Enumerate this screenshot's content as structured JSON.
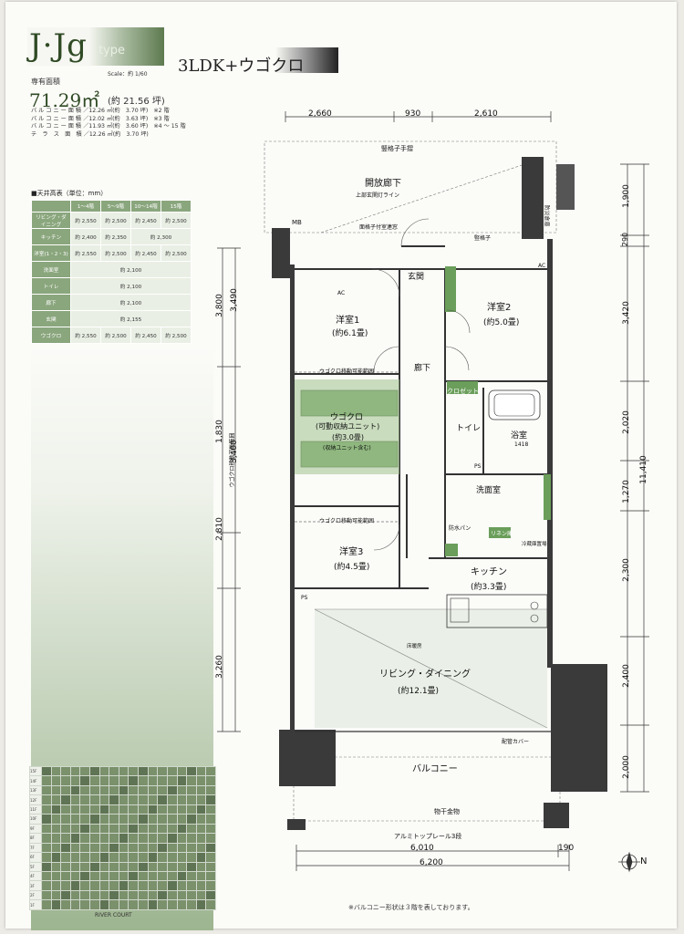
{
  "header": {
    "type_code": "J·Jg",
    "type_word": "type",
    "scale": "Scale：約 1/60",
    "plan_name": "3LDK+ウゴクロ"
  },
  "area": {
    "label": "専有面積",
    "value": "71.29㎡",
    "sub": "(約 21.56 坪)",
    "notes": [
      "バ ル コ ニ ー 面 積 ／12.26 ㎡(約　3.70 坪)　※2 階",
      "バ ル コ ニ ー 面 積 ／12.02 ㎡(約　3.63 坪)　※3 階",
      "バ ル コ ニ ー 面 積 ／11.93 ㎡(約　3.60 坪)　※4 〜 15 階",
      "テ　ラ　ス　面　積 ／12.26 ㎡(約　3.70 坪)"
    ]
  },
  "ceiling_table": {
    "title": "■天井高表（単位：mm）",
    "headers": [
      "",
      "1〜4階",
      "5〜9階",
      "10〜14階",
      "15階"
    ],
    "rows": [
      {
        "room": "リビング・ダイニング",
        "vals": [
          "約 2,550",
          "約 2,500",
          "約 2,450",
          "約 2,500"
        ]
      },
      {
        "room": "キッチン",
        "vals": [
          "約 2,400",
          "約 2,350",
          "約 2,300",
          ""
        ]
      },
      {
        "room": "洋室(1・2・3)",
        "vals": [
          "約 2,550",
          "約 2,500",
          "約 2,450",
          "約 2,500"
        ]
      },
      {
        "room": "洗面室",
        "vals": [
          "約 2,100"
        ]
      },
      {
        "room": "トイレ",
        "vals": [
          "約 2,100"
        ]
      },
      {
        "room": "廊下",
        "vals": [
          "約 2,100"
        ]
      },
      {
        "room": "玄関",
        "vals": [
          "約 2,155"
        ]
      },
      {
        "room": "ウゴクロ",
        "vals": [
          "約 2,550",
          "約 2,500",
          "約 2,450",
          "約 2,500"
        ]
      }
    ]
  },
  "plan": {
    "dims_top": [
      "2,660",
      "930",
      "2,610"
    ],
    "dims_bottom": [
      "6,010",
      "6,200",
      "190"
    ],
    "dims_left": [
      "3,800",
      "3,490",
      "1,830",
      "3,400",
      "2,810",
      "3,260"
    ],
    "dims_left_note": "ウゴクロ移動可能範囲",
    "dims_right": [
      "1,900",
      "290",
      "3,420",
      "2,020",
      "1,270",
      "11,410",
      "2,300",
      "2,400",
      "2,000"
    ],
    "rooms": {
      "corridor": "開放廊下",
      "corridor_note": "上部玄関灯ライン",
      "lattice": "竪格子手摺",
      "mb": "MB",
      "lattice2": "竪格子",
      "storage": "防災倉庫",
      "entrance": "玄関",
      "room1": "洋室1",
      "room1_size": "(約6.1畳)",
      "room2": "洋室2",
      "room2_size": "(約5.0畳)",
      "hall": "廊下",
      "closet": "クロゼット",
      "ugokuro_range": "ウゴクロ移動可能範囲",
      "ugokuro": "ウゴクロ",
      "ugokuro_sub": "(可動収納ユニット)",
      "ugokuro_size": "(約3.0畳)",
      "ugokuro_note": "(収納ユニット含む)",
      "toilet": "トイレ",
      "bath": "浴室",
      "bath_size": "1418",
      "washroom": "洗面室",
      "room3": "洋室3",
      "room3_size": "(約4.5畳)",
      "kitchen": "キッチン",
      "kitchen_size": "(約3.3畳)",
      "living": "リビング・ダイニング",
      "living_size": "(約12.1畳)",
      "balcony": "バルコニー",
      "drying": "物干金物",
      "rail": "アルミトップレール3段",
      "pipe_cover": "配管カバー",
      "fridge": "冷蔵庫置場",
      "linen": "リネン庫",
      "waterproof": "防水パン",
      "tile": "床暖房",
      "ac": "AC",
      "ps": "PS",
      "door_note": "面格子付室連窓"
    },
    "compass": "N"
  },
  "floor_grid": {
    "floors": [
      "15F",
      "14F",
      "13F",
      "12F",
      "11F",
      "10F",
      "9F",
      "8F",
      "7F",
      "6F",
      "5F",
      "4F",
      "3F",
      "2F",
      "1F"
    ],
    "label": "RIVER COURT"
  },
  "footnote": "※バルコニー形状は３階を表しております。",
  "colors": {
    "accent": "#5d7a4f",
    "light": "#8aa67d",
    "ugokuro": "#6a9e5a"
  }
}
